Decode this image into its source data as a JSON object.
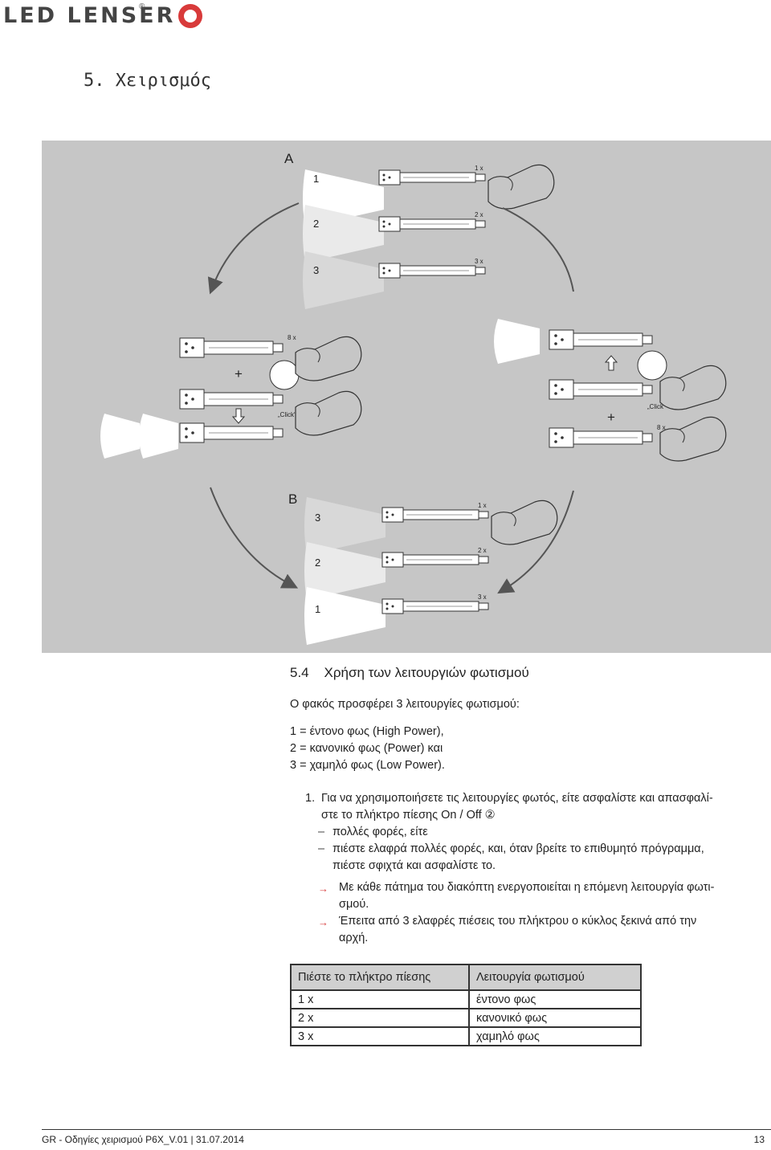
{
  "brand": {
    "name": "LED LENSER",
    "reg": "®"
  },
  "page_title": "5. Χειρισμός",
  "figure": {
    "group_a": "A",
    "group_b": "B",
    "plus": "+",
    "click": "„Click“",
    "eight_x": "8 x",
    "rows_a": [
      {
        "level": "1",
        "press": "1 x"
      },
      {
        "level": "2",
        "press": "2 x"
      },
      {
        "level": "3",
        "press": "3 x"
      }
    ],
    "rows_b": [
      {
        "level": "3",
        "press": "1 x"
      },
      {
        "level": "2",
        "press": "2 x"
      },
      {
        "level": "1",
        "press": "3 x"
      }
    ]
  },
  "section": {
    "title": "5.4    Χρήση των λειτουργιών φωτισμού",
    "intro": "Ο φακός προσφέρει 3 λειτουργίες φωτισμού:",
    "modes": [
      "1 = έντονο φως (High Power),",
      "2 = κανονικό φως (Power) και",
      "3 = χαμηλό φως (Low Power)."
    ],
    "item_num": "1.",
    "item_text_1": "Για να χρησιμοποιήσετε τις λειτουργίες φωτός, είτε ασφαλίστε και απασφαλί-",
    "item_text_2": "στε το πλήκτρο πίεσης On / Off ②",
    "dashes": [
      "πολλές φορές, είτε",
      "πιέστε ελαφρά πολλές φορές, και, όταν βρείτε το επιθυμητό πρόγραμμα,",
      "πιέστε σφιχτά και ασφαλίστε το."
    ],
    "arrows": [
      "Με κάθε πάτημα του διακόπτη ενεργοποιείται η επόμενη λειτουργία φωτι-",
      "σμού.",
      "Έπειτα από 3 ελαφρές πιέσεις του πλήκτρου ο κύκλος ξεκινά από την",
      "αρχή."
    ]
  },
  "table": {
    "headers": [
      "Πιέστε το πλήκτρο πίεσης",
      "Λειτουργία φωτισμού"
    ],
    "rows": [
      [
        "1 x",
        "έντονο φως"
      ],
      [
        "2 x",
        "κανονικό φως"
      ],
      [
        "3 x",
        "χαμηλό φως"
      ]
    ]
  },
  "footer": {
    "text": "GR - Οδηγίες χειρισμού P6X_V.01 | 31.07.2014",
    "page": "13"
  },
  "colors": {
    "figure_bg": "#c6c6c6",
    "accent_red": "#d84040",
    "header_bg": "#d0d0d0"
  }
}
